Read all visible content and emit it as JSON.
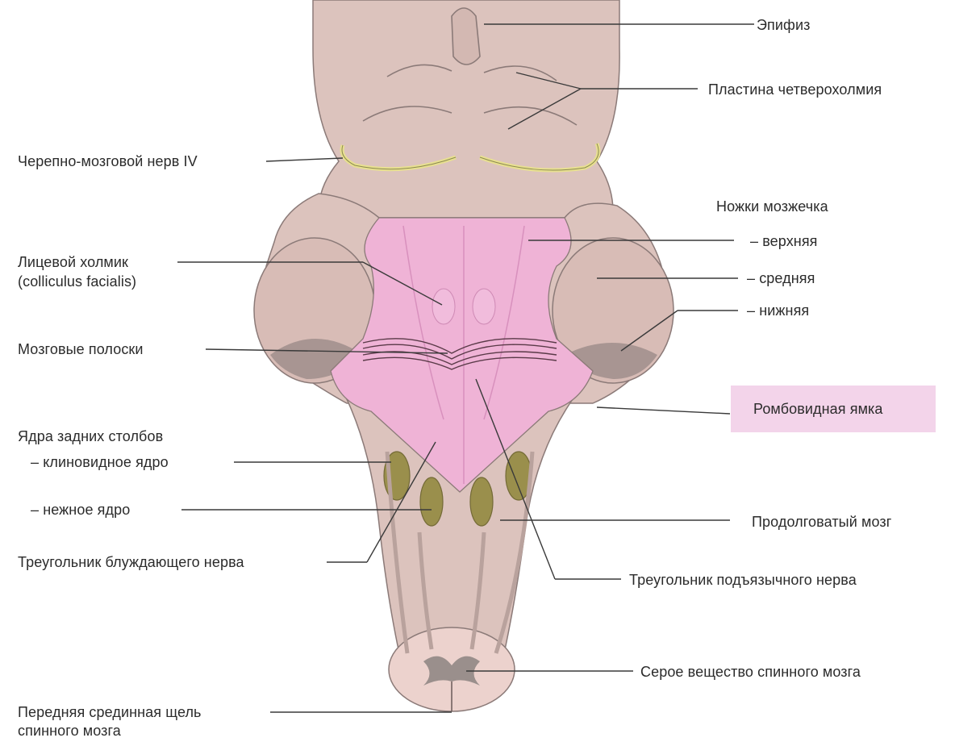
{
  "labels": {
    "epiphysis": "Эпифиз",
    "quadrigeminal_plate": "Пластина четверохолмия",
    "cranial_nerve_iv": "Черепно-мозговой нерв IV",
    "cerebellar_peduncles": "Ножки мозжечка",
    "peduncle_superior": "– верхняя",
    "peduncle_middle": "– средняя",
    "peduncle_inferior": "– нижняя",
    "facial_colliculus": "Лицевой холмик",
    "facial_colliculus_latin": "(colliculus facialis)",
    "medullary_striae": "Мозговые полоски",
    "rhomboid_fossa": "Ромбовидная ямка",
    "posterior_column_nuclei": "Ядра задних столбов",
    "cuneate_nucleus": "– клиновидное ядро",
    "gracile_nucleus": "– нежное ядро",
    "medulla_oblongata": "Продолговатый мозг",
    "vagal_triangle": "Треугольник блуждающего нерва",
    "hypoglossal_triangle": "Треугольник подъязычного нерва",
    "spinal_gray_matter": "Серое вещество спинного мозга",
    "anterior_median_fissure_1": "Передняя срединная щель",
    "anterior_median_fissure_2": "спинного мозга"
  },
  "colors": {
    "tissue": "#dcc3bd",
    "tissue_dark": "#c9aca6",
    "fossa": "#efb3d6",
    "nucleus": "#9a8f4c",
    "nerve": "#e8e090",
    "highlight": "#f3d4ea",
    "leader": "#3a3a3a"
  }
}
